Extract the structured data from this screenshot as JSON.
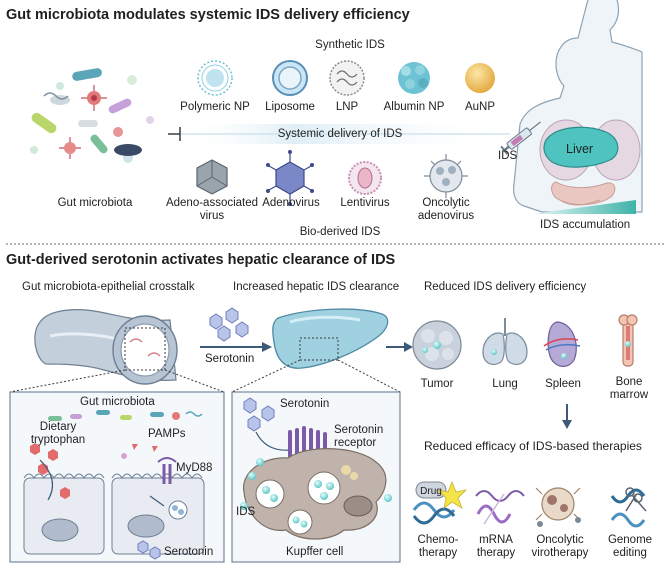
{
  "panel_top": {
    "title": "Gut microbiota modulates systemic IDS delivery efficiency",
    "synthetic_label": "Synthetic IDS",
    "synthetic_items": [
      "Polymeric NP",
      "Liposome",
      "LNP",
      "Albumin NP",
      "AuNP"
    ],
    "delivery_label": "Systemic delivery of IDS",
    "bio_items": [
      "Adeno-associated\nvirus",
      "Adenovirus",
      "Lentivirus",
      "Oncolytic\nadenovirus"
    ],
    "bio_label": "Bio-derived IDS",
    "microbiota_label": "Gut microbiota",
    "ids_label": "IDS",
    "liver_label": "Liver",
    "accumulation_label": "IDS accumulation"
  },
  "panel_bottom": {
    "title": "Gut-derived serotonin activates hepatic clearance of IDS",
    "crosstalk_label": "Gut microbiota-epithelial crosstalk",
    "clearance_label": "Increased hepatic IDS clearance",
    "reduced_delivery_label": "Reduced IDS delivery efficiency",
    "serotonin_arrow_label": "Serotonin",
    "organs": [
      "Tumor",
      "Lung",
      "Spleen",
      "Bone\nmarrow"
    ],
    "gut_inset": {
      "microbiota": "Gut microbiota",
      "tryptophan": "Dietary\ntryptophan",
      "pamps": "PAMPs",
      "myd88": "MyD88",
      "serotonin": "Serotonin"
    },
    "liver_inset": {
      "serotonin": "Serotonin",
      "receptor": "Serotonin\nreceptor",
      "ids": "IDS",
      "kupffer": "Kupffer cell"
    },
    "therapies_label": "Reduced efficacy of IDS-based therapies",
    "drug_tag": "Drug",
    "therapies": [
      "Chemo-\ntherapy",
      "mRNA\ntherapy",
      "Oncolytic\nvirotherapy",
      "Genome\nediting"
    ]
  }
}
